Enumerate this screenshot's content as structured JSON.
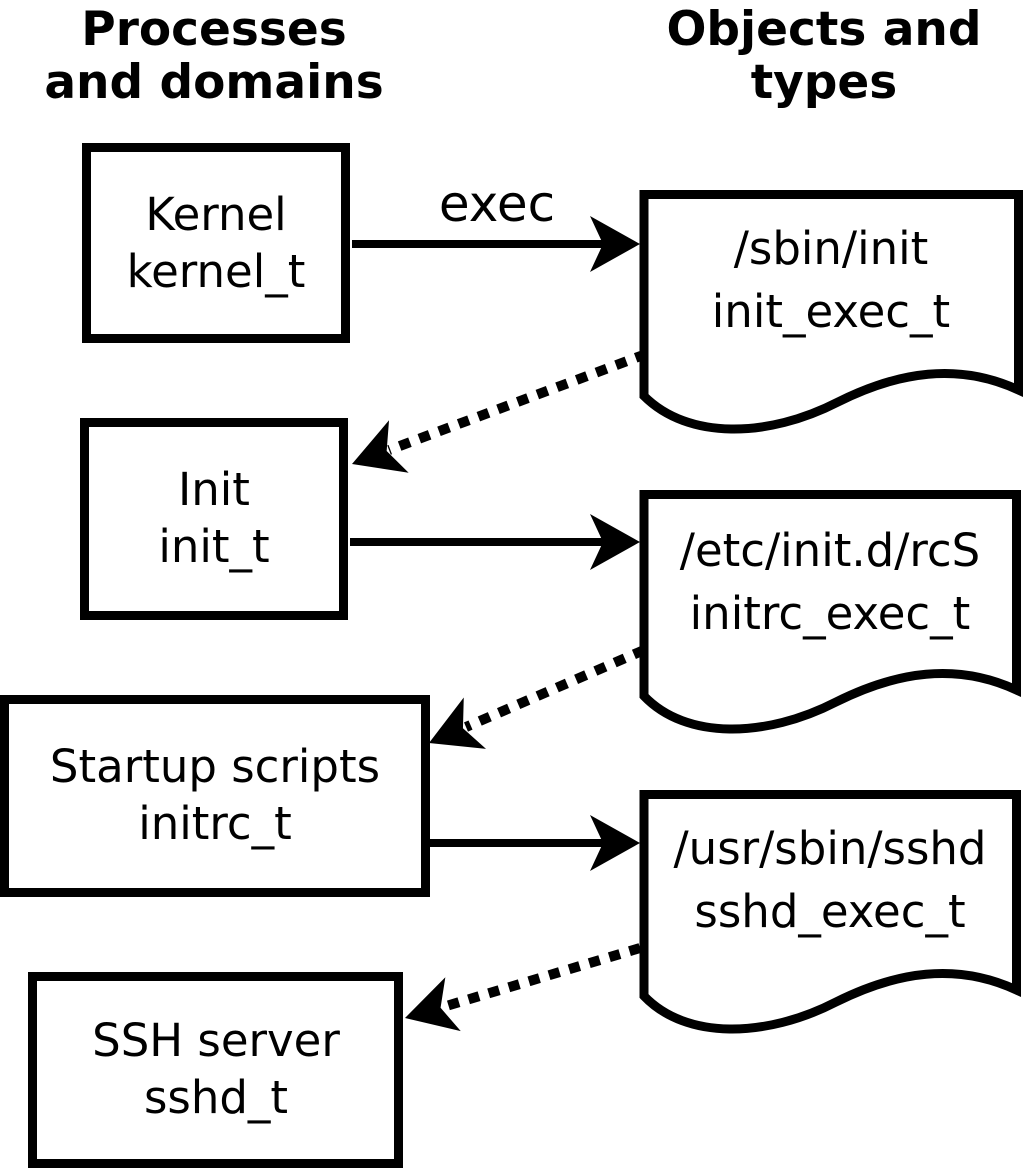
{
  "columns": {
    "left": {
      "line1": "Processes",
      "line2": "and domains"
    },
    "right": {
      "line1": "Objects and",
      "line2": "types"
    }
  },
  "process_nodes": [
    {
      "label": "Kernel",
      "type": "kernel_t"
    },
    {
      "label": "Init",
      "type": "init_t"
    },
    {
      "label": "Startup scripts",
      "type": "initrc_t"
    },
    {
      "label": "SSH server",
      "type": "sshd_t"
    }
  ],
  "object_nodes": [
    {
      "label": "/sbin/init",
      "type": "init_exec_t"
    },
    {
      "label": "/etc/init.d/rcS",
      "type": "initrc_exec_t"
    },
    {
      "label": "/usr/sbin/sshd",
      "type": "sshd_exec_t"
    }
  ],
  "edges": [
    {
      "from": "kernel_t",
      "to": "init_exec_t",
      "label": "exec",
      "style": "solid"
    },
    {
      "from": "init_exec_t",
      "to": "init_t",
      "label": "",
      "style": "dotted"
    },
    {
      "from": "init_t",
      "to": "initrc_exec_t",
      "label": "",
      "style": "solid"
    },
    {
      "from": "initrc_exec_t",
      "to": "initrc_t",
      "label": "",
      "style": "dotted"
    },
    {
      "from": "initrc_t",
      "to": "sshd_exec_t",
      "label": "",
      "style": "solid"
    },
    {
      "from": "sshd_exec_t",
      "to": "sshd_t",
      "label": "",
      "style": "dotted"
    }
  ],
  "colors": {
    "line": "#000000",
    "node_fill": "#ffffff",
    "background": "#ffffff"
  }
}
